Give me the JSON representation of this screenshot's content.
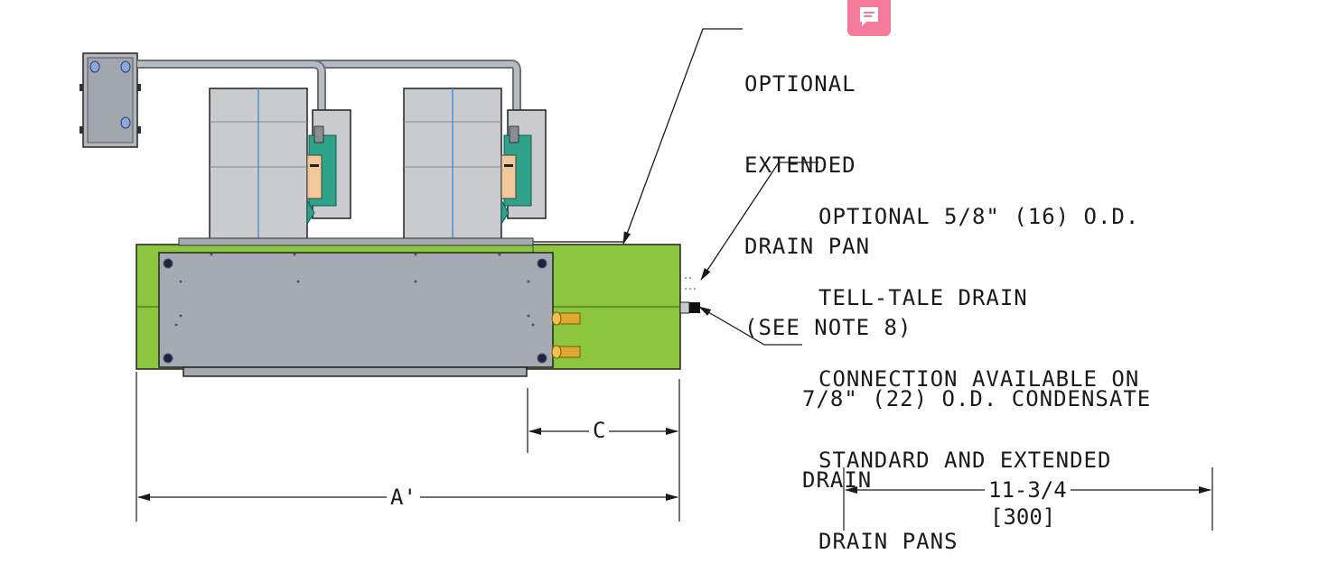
{
  "callouts": {
    "extended_pan": [
      "OPTIONAL",
      "EXTENDED",
      "DRAIN PAN",
      "(SEE NOTE 8)"
    ],
    "tell_tale": [
      "OPTIONAL 5/8\" (16) O.D.",
      "TELL-TALE DRAIN",
      "CONNECTION AVAILABLE ON",
      "STANDARD AND EXTENDED",
      "DRAIN PANS"
    ],
    "condensate": [
      "7/8\" (22) O.D. CONDENSATE",
      "DRAIN"
    ]
  },
  "dimensions": {
    "c": "C",
    "a": "A'",
    "width": "11-3/4",
    "width_mm": "[300]"
  },
  "colors": {
    "drain_pan": "#8cc63f",
    "cabinet": "#a6aab3",
    "blower": "#c9cbcf",
    "motor": "#2fa38a",
    "fitting": "#e0a82e",
    "line": "#1a1a1a",
    "comment": "#f47a9a"
  },
  "toolbar": {
    "comment_icon": "comment-icon"
  }
}
